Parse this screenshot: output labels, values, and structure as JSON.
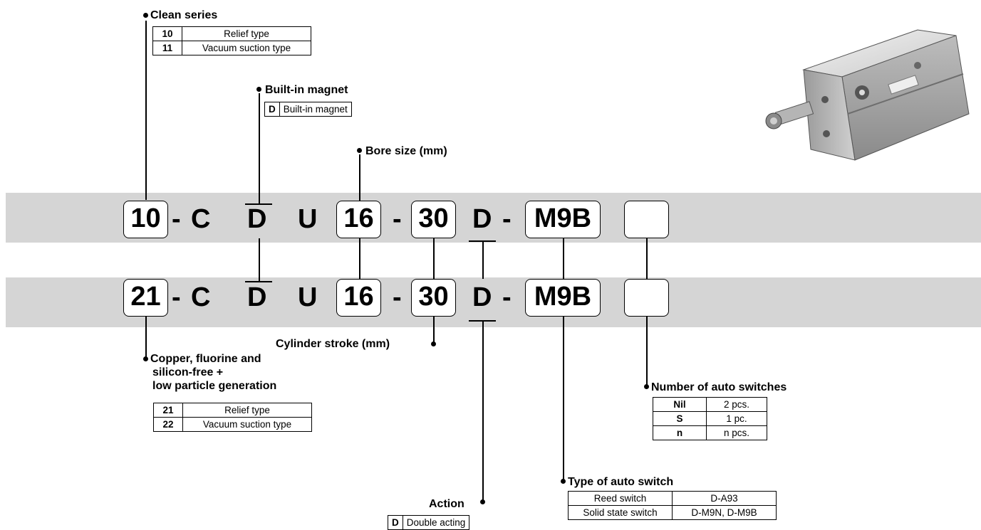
{
  "product_image": {
    "alt": "cylinder-photo"
  },
  "model_top": {
    "series": "10",
    "dash1": "-",
    "c": "C",
    "magnet": "D",
    "u": "U",
    "bore": "16",
    "dash2": "-",
    "stroke": "30",
    "action": "D",
    "dash3": "-",
    "switch": "M9B",
    "number": ""
  },
  "model_bottom": {
    "series": "21",
    "dash1": "-",
    "c": "C",
    "magnet": "D",
    "u": "U",
    "bore": "16",
    "dash2": "-",
    "stroke": "30",
    "action": "D",
    "dash3": "-",
    "switch": "M9B",
    "number": ""
  },
  "clean_series": {
    "title": "Clean series",
    "rows": [
      {
        "code": "10",
        "desc": "Relief type"
      },
      {
        "code": "11",
        "desc": "Vacuum suction type"
      }
    ]
  },
  "built_in_magnet": {
    "title": "Built-in magnet",
    "rows": [
      {
        "code": "D",
        "desc": "Built-in magnet"
      }
    ]
  },
  "bore_size": {
    "title": "Bore size (mm)"
  },
  "cylinder_stroke": {
    "title": "Cylinder stroke (mm)"
  },
  "copper_free": {
    "title_line1": "Copper, fluorine and",
    "title_line2": "silicon-free +",
    "title_line3": "low particle generation",
    "rows": [
      {
        "code": "21",
        "desc": "Relief type"
      },
      {
        "code": "22",
        "desc": "Vacuum suction type"
      }
    ]
  },
  "number_of_switches": {
    "title": "Number of auto switches",
    "rows": [
      {
        "code": "Nil",
        "desc": "2 pcs."
      },
      {
        "code": "S",
        "desc": "1 pc."
      },
      {
        "code": "n",
        "desc": "n pcs."
      }
    ]
  },
  "type_of_switch": {
    "title": "Type of auto switch",
    "rows": [
      {
        "type": "Reed switch",
        "model": "D-A93"
      },
      {
        "type": "Solid state switch",
        "model": "D-M9N, D-M9B"
      }
    ]
  },
  "action": {
    "title": "Action",
    "rows": [
      {
        "code": "D",
        "desc": "Double acting"
      }
    ]
  }
}
